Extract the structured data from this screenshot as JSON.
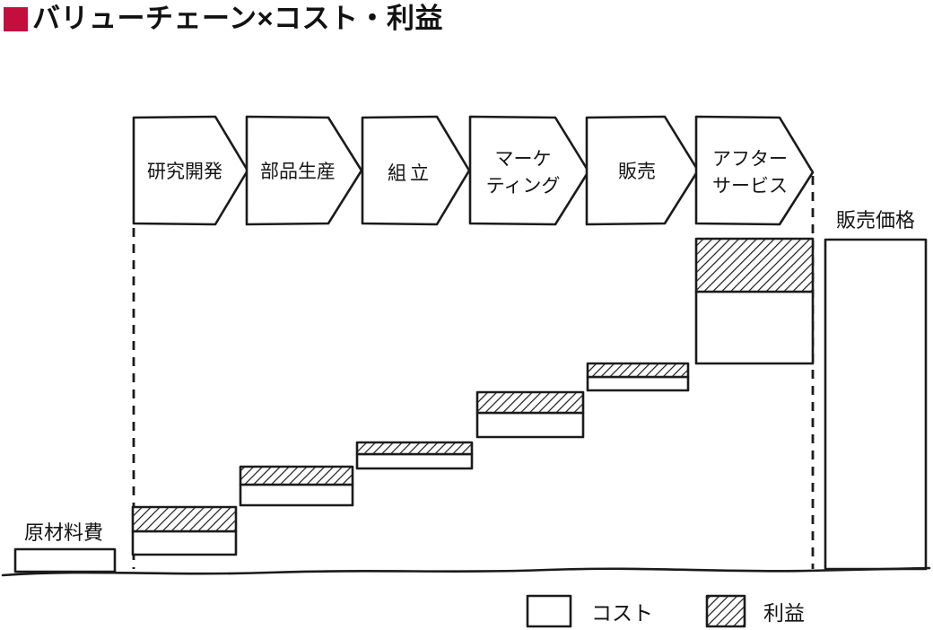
{
  "title": {
    "text": "バリューチェーン×コスト・利益"
  },
  "value_chain": {
    "steps": [
      {
        "label": "研究開発",
        "line1": "研究開発",
        "line2": ""
      },
      {
        "label": "部品生産",
        "line1": "部品生産",
        "line2": ""
      },
      {
        "label": "組立",
        "line1": "組立",
        "line2": ""
      },
      {
        "label": "マーケティング",
        "line1": "マーケ",
        "line2": "ティング"
      },
      {
        "label": "販売",
        "line1": "販売",
        "line2": ""
      },
      {
        "label": "アフターサービス",
        "line1": "アフター",
        "line2": "サービス"
      }
    ]
  },
  "labels": {
    "raw_material": "原材料費",
    "sales_price": "販売価格"
  },
  "legend": {
    "cost": "コスト",
    "profit": "利益"
  },
  "colors": {
    "ink": "#1b1b1b",
    "accent": "#c40f3e"
  }
}
